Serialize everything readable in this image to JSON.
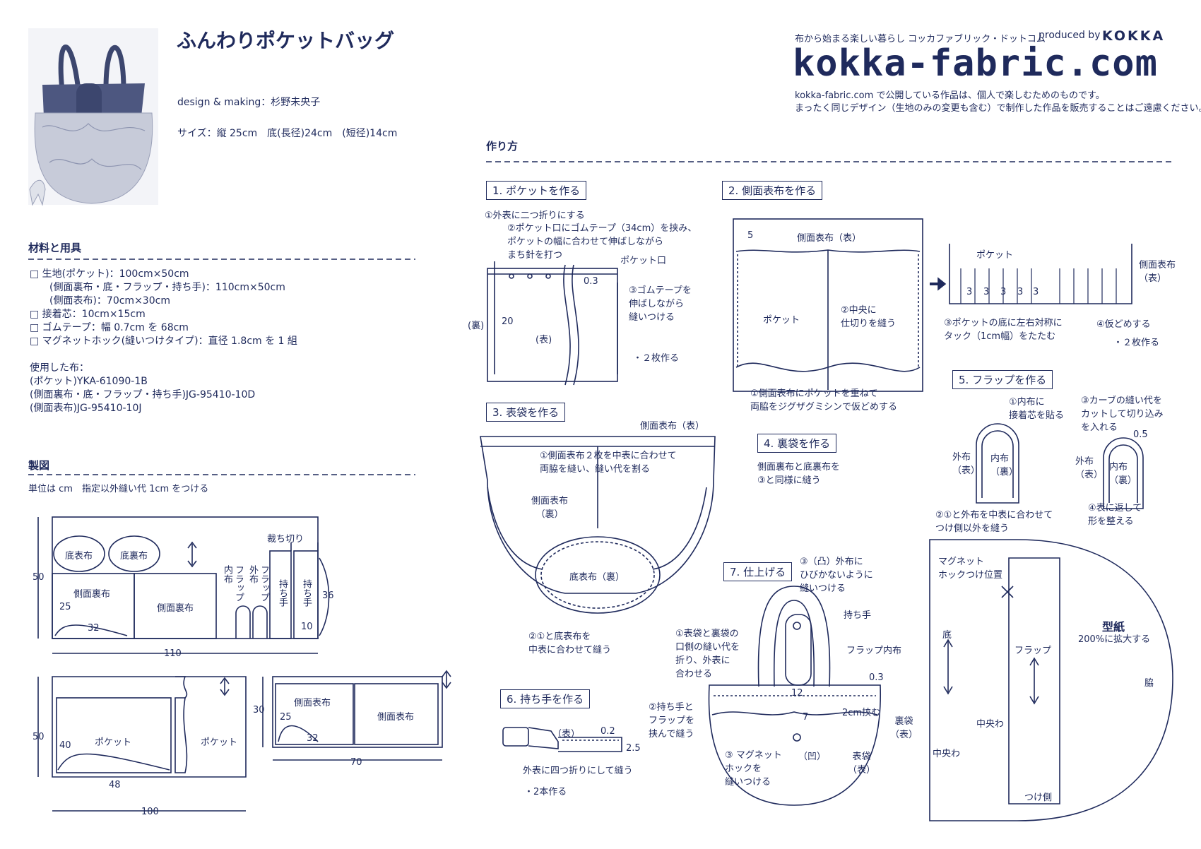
{
  "title": "ふんわりポケットバッグ",
  "design": "design & making：杉野未央子",
  "size": "サイズ：縦 25cm　底(長径)24cm　(短径)14cm",
  "header": {
    "tagline": "布から始まる楽しい暮らし コッカファブリック・ドットコム",
    "produced": "produced by",
    "brand": "KOKKA",
    "logo": "kokka-fabric.com",
    "notice1": "kokka-fabric.com で公開している作品は、個人で楽しむためのものです。",
    "notice2": "まったく同じデザイン（生地のみの変更も含む）で制作した作品を販売することはご遠慮ください。"
  },
  "materials": {
    "heading": "材料と用具",
    "lines": [
      "□ 生地(ポケット)：100cm×50cm",
      "　　(側面裏布・底・フラップ・持ち手)：110cm×50cm",
      "　　(側面表布)：70cm×30cm",
      "□ 接着芯：10cm×15cm",
      "□ ゴムテープ：幅 0.7cm を 68cm",
      "□ マグネットホック(縫いつけタイプ)：直径 1.8cm を 1 組"
    ],
    "used_label": "使用した布：",
    "used": [
      "(ポケット)YKA-61090-1B",
      "(側面裏布・底・フラップ・持ち手)JG-95410-10D",
      "(側面表布)JG-95410-10J"
    ]
  },
  "seizu": {
    "heading": "製図",
    "note": "単位は cm　指定以外縫い代 1cm をつける",
    "p1": {
      "teura": "底表布",
      "tebura": "底裏布",
      "side_ura": "側面裏布",
      "side_ura2": "側面裏布",
      "flap_in": "内布",
      "flap_in2": "フラップ",
      "flap_out": "外布",
      "flap_out2": "フラップ",
      "handle": "持ち手",
      "handle2": "持ち手",
      "cut": "裁ち切り",
      "d50": "50",
      "d25": "25",
      "d32": "32",
      "d36": "36",
      "d10": "10",
      "d110": "110"
    },
    "p2": {
      "pocket": "ポケット",
      "pocket2": "ポケット",
      "d50": "50",
      "d40": "40",
      "d48": "48",
      "d100": "100"
    },
    "p3": {
      "side": "側面表布",
      "side2": "側面表布",
      "d30": "30",
      "d25": "25",
      "d32": "32",
      "d70": "70"
    }
  },
  "method": {
    "heading": "作り方",
    "s1": {
      "title": "1. ポケットを作る",
      "n1": "①外表に二つ折りにする",
      "n2": "②ポケット口にゴムテープ（34cm）を挟み、\nポケットの幅に合わせて伸ばしながら\nまち針を打つ",
      "n3": "③ゴムテープを\n伸ばしながら\n縫いつける",
      "mouth": "ポケット口",
      "d03": "0.3",
      "ura": "(裏)",
      "omote": "(表)",
      "d20": "20",
      "count": "・２枚作る"
    },
    "s2": {
      "title": "2. 側面表布を作る",
      "side": "側面表布（表）",
      "d5": "5",
      "pocket": "ポケット",
      "center": "②中央に\n仕切りを縫う",
      "n1": "①側面表布にポケットを重ねて\n両脇をジグザグミシンで仮どめする",
      "pocket2": "ポケット",
      "side2": "側面表布\n（表）",
      "d3a": "3",
      "d3b": "3",
      "d3c": "3",
      "d3d": "3",
      "d3e": "3",
      "n3": "③ポケットの底に左右対称に\nタック（1cm幅）をたたむ",
      "n4": "④仮どめする",
      "count": "・２枚作る"
    },
    "s3": {
      "title": "3. 表袋を作る",
      "side": "側面表布（表）",
      "n1": "①側面表布２枚を中表に合わせて\n両脇を縫い、縫い代を割る",
      "sideura": "側面表布\n（裏）",
      "bottom": "底表布（裏）",
      "n2": "②①と底表布を\n中表に合わせて縫う"
    },
    "s4": {
      "title": "4. 裏袋を作る",
      "text": "側面裏布と底裏布を\n③と同様に縫う"
    },
    "s5": {
      "title": "5. フラップを作る",
      "n1": "①内布に\n接着芯を貼る",
      "n3": "③カーブの縫い代を\nカットして切り込み\nを入れる",
      "outer": "外布\n（表）",
      "inner": "内布\n（裏）",
      "outer2": "外布\n（表）",
      "inner2": "内布\n（裏）",
      "d05": "0.5",
      "n2": "②①と外布を中表に合わせて\nつけ側以外を縫う",
      "n4": "④表に返して\n形を整える"
    },
    "s6": {
      "title": "6. 持ち手を作る",
      "omote": "（表）",
      "d02": "0.2",
      "d25": "2.5",
      "text": "外表に四つ折りにして縫う",
      "count": "・2本作る"
    },
    "s7": {
      "title": "7. 仕上げる",
      "n3": "③（凸）外布に\nひびかないように\n縫いつける",
      "handle": "持ち手",
      "n1": "①表袋と裏袋の\n口側の縫い代を\n折り、外表に\n合わせる",
      "flapin": "フラップ内布",
      "d03": "0.3",
      "d12": "12",
      "n2": "②持ち手と\nフラップを\n挟んで縫う",
      "d2": "2cm挟む",
      "d7": "7",
      "inner": "裏袋\n（表）",
      "n3b": "③ マグネット\nホックを\n縫いつける",
      "ou": "（凹）",
      "outer": "表袋\n（表）"
    }
  },
  "pattern": {
    "magnet": "マグネット\nホックつけ位置",
    "title": "型紙",
    "scale": "200%に拡大する",
    "bottom": "底",
    "flap": "フラップ",
    "center1": "中央わ",
    "center2": "中央わ",
    "side": "脇",
    "attach": "つけ側"
  }
}
